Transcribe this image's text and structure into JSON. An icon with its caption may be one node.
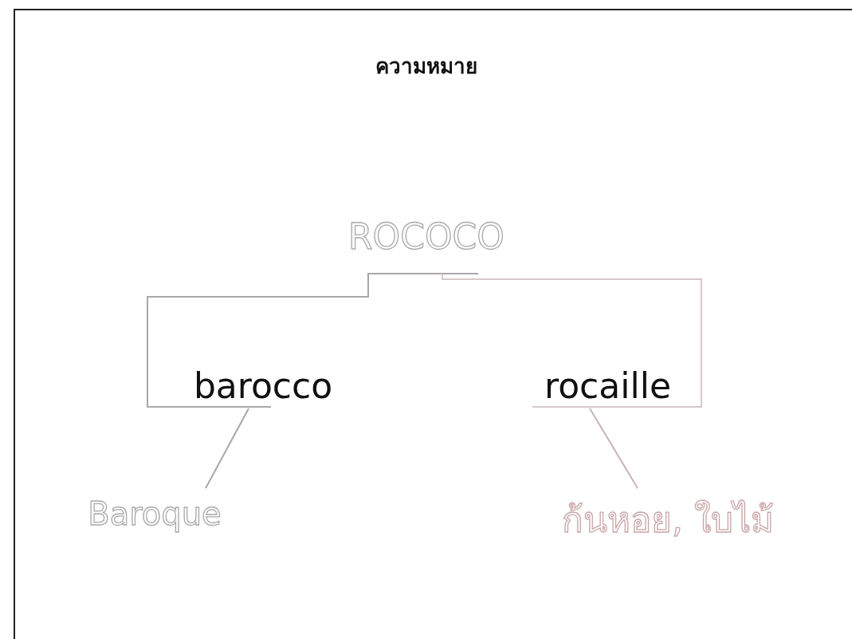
{
  "diagram": {
    "title": "ความหมาย",
    "nodes": [
      {
        "text": [
          "ROCOCO"
        ]
      },
      {
        "text": [
          "barocco"
        ]
      },
      {
        "text": [
          "rocaille"
        ]
      },
      {
        "text": [
          "Baroque"
        ]
      },
      {
        "text": [
          "ก้นหอย, ใบไม้"
        ]
      }
    ],
    "edges": [
      {
        "from": 0,
        "to": 1,
        "arrow": "none"
      },
      {
        "from": 0,
        "to": 2,
        "arrow": "none",
        "color": "#d6c9c9"
      },
      {
        "from": 1,
        "to": 3,
        "arrow": "none"
      },
      {
        "from": 2,
        "to": 4,
        "arrow": "none",
        "color": "#c9b3b3"
      }
    ]
  }
}
